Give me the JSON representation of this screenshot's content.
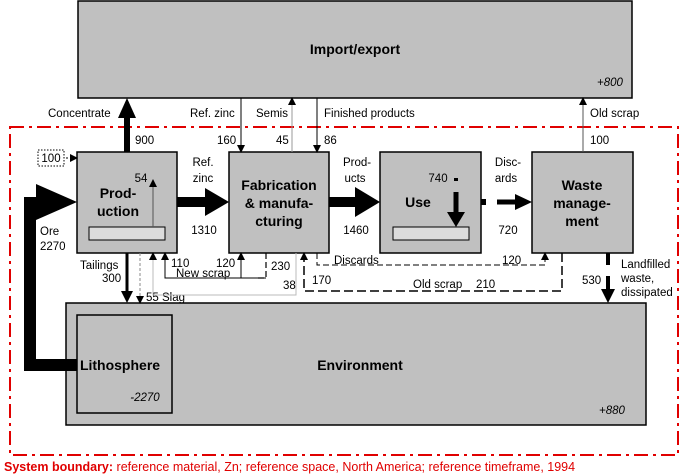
{
  "processes": {
    "import_export": {
      "label": "Import/export",
      "balance": "+800"
    },
    "production": {
      "label_1": "Prod-",
      "label_2": "uction",
      "stock_change": "54"
    },
    "fabrication": {
      "label_1": "Fabrication",
      "label_2": "& manufa-",
      "label_3": "cturing"
    },
    "use": {
      "label": "Use",
      "stock_change": "740"
    },
    "waste": {
      "label_1": "Waste",
      "label_2": "manage-",
      "label_3": "ment"
    },
    "environment": {
      "label": "Environment",
      "balance": "+880"
    },
    "lithosphere": {
      "label": "Lithosphere",
      "balance": "-2270"
    }
  },
  "flows": {
    "concentrate": {
      "label": "Concentrate",
      "value": "900"
    },
    "ref_zinc_import": {
      "label": "Ref. zinc",
      "value": "160"
    },
    "semis": {
      "label": "Semis",
      "value": "45"
    },
    "finished_products": {
      "label": "Finished products",
      "value": "86"
    },
    "old_scrap_export": {
      "label": "Old scrap",
      "value": "100"
    },
    "secondary_input": {
      "value": "100"
    },
    "ore": {
      "label": "Ore",
      "value": "2270"
    },
    "ref_zinc": {
      "label_1": "Ref.",
      "label_2": "zinc",
      "value": "1310"
    },
    "products": {
      "label_1": "Prod-",
      "label_2": "ucts",
      "value": "1460"
    },
    "discards": {
      "label_1": "Disc-",
      "label_2": "ards",
      "value": "720"
    },
    "tailings": {
      "label": "Tailings",
      "value": "300"
    },
    "slag": {
      "label": "55 Slag"
    },
    "new_scrap": {
      "label": "New scrap",
      "value_in": "110",
      "value_fab": "120",
      "value_out": "230"
    },
    "new_scrap_other": {
      "value": "38"
    },
    "old_scrap": {
      "label": "Old scrap",
      "value": "210",
      "value_fab": "170"
    },
    "discards_direct": {
      "label": "Discards",
      "value": "120"
    },
    "landfilled": {
      "label_1": "Landfilled",
      "label_2": "waste,",
      "label_3": "dissipated",
      "value": "530"
    }
  },
  "caption": {
    "bold": "System boundary:",
    "text": " reference material, Zn; reference space, North America; reference timeframe, 1994"
  },
  "colors": {
    "boundary": "#e00000",
    "box": "#c0c0c0"
  }
}
